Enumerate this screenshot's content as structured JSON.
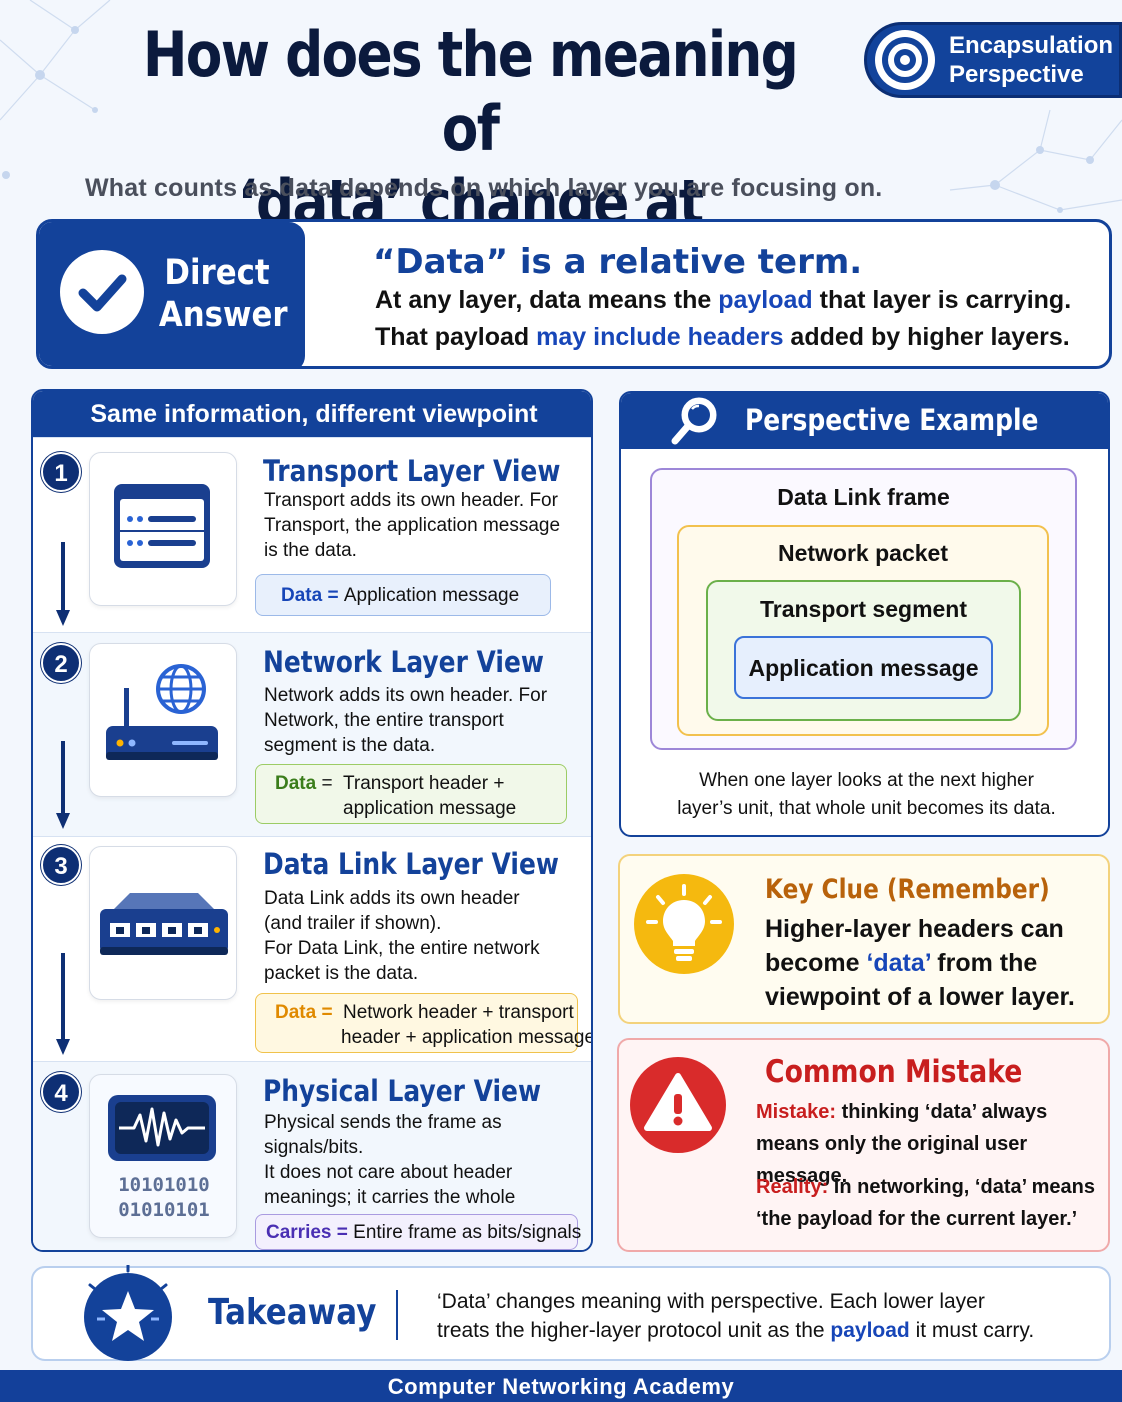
{
  "header": {
    "title_line1": "How does the meaning of",
    "title_line2": "‘data’ change at different layers?",
    "subtitle": "What counts as data depends on which layer you are focusing on.",
    "badge_line1": "Encapsulation",
    "badge_line2": "Perspective",
    "badge_icon": "target-icon"
  },
  "answer": {
    "label_line1": "Direct",
    "label_line2": "Answer",
    "headline": "“Data” is a relative term.",
    "line1_a": "At any layer, data means the ",
    "line1_hl": "payload",
    "line1_b": " that layer is carrying.",
    "line2_a": "That payload ",
    "line2_hl": "may include headers",
    "line2_b": " added by higher layers."
  },
  "layers": {
    "heading": "Same information, different viewpoint",
    "items": [
      {
        "num": "1",
        "title": "Transport Layer View",
        "desc": "Transport adds its own header. For Transport, the application message is the data.",
        "key": "Data",
        "eq": " = ",
        "value": "Application message",
        "icon": "window-list-icon"
      },
      {
        "num": "2",
        "title": "Network Layer View",
        "desc": "Network adds its own header. For Network, the entire transport segment is the data.",
        "key": "Data",
        "eq": " = ",
        "value_line1": "Transport header +",
        "value_line2": "application message",
        "icon": "router-globe-icon"
      },
      {
        "num": "3",
        "title": "Data Link Layer View",
        "desc_line1": "Data Link adds its own header (and trailer if shown).",
        "desc_line2": "For Data Link, the entire network packet is the data.",
        "key": "Data",
        "eq": " = ",
        "value_line1": "Network header + transport",
        "value_line2": "header + application message",
        "icon": "switch-icon"
      },
      {
        "num": "4",
        "title": "Physical Layer View",
        "desc_line1": "Physical sends the frame as signals/bits.",
        "desc_line2": "It does not care about header meanings; it carries the whole frame.",
        "bits_line1": "10101010",
        "bits_line2": "01010101",
        "key": "Carries",
        "eq": " = ",
        "value": "Entire frame as bits/signals",
        "icon": "waveform-icon"
      }
    ]
  },
  "perspective": {
    "title": "Perspective Example",
    "icon": "magnifier-icon",
    "frame": "Data Link frame",
    "packet": "Network packet",
    "segment": "Transport segment",
    "message": "Application message",
    "caption_line1": "When one layer looks at the next higher",
    "caption_line2": "layer’s unit, that whole unit becomes its data."
  },
  "key_clue": {
    "title": "Key Clue (Remember)",
    "body_a": "Higher-layer headers can become ",
    "body_hl": "‘data’",
    "body_b": " from the viewpoint of a lower layer.",
    "icon": "lightbulb-icon"
  },
  "mistake": {
    "title": "Common Mistake",
    "mistake_label": "Mistake:",
    "mistake_text": " thinking ‘data’ always means only the original user message.",
    "reality_label": "Reality:",
    "reality_text": " in networking, ‘data’ means ‘the payload for the current layer.’",
    "icon": "warning-icon"
  },
  "takeaway": {
    "label": "Takeaway",
    "line1": "‘Data’ changes meaning with perspective. Each lower layer",
    "line2_a": "treats the higher-layer protocol unit as the ",
    "line2_hl": "payload",
    "line2_b": " it must carry.",
    "icon": "star-icon"
  },
  "footer": {
    "text": "Computer Networking Academy"
  },
  "colors": {
    "navy": "#13429a",
    "dark_navy": "#0b1a3d",
    "highlight_blue": "#1746b8",
    "green": "#3b7d1b",
    "amber": "#e08a00",
    "purple": "#4a2fb3",
    "red": "#c81e1e",
    "yellow": "#f5b90f"
  }
}
